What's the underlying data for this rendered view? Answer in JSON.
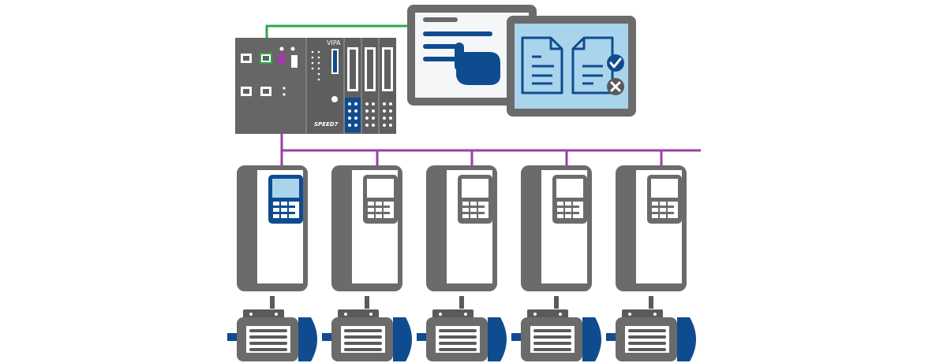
{
  "plc": {
    "brand_text": "VIPA",
    "speed_text": "SPEED7"
  },
  "colors": {
    "device_gray": "#6b6b6b",
    "device_dark": "#5a5a5a",
    "panel_light": "#f4f6f8",
    "accent_blue": "#0f4c8f",
    "screen_blue": "#a9d4ec",
    "bus_purple": "#9b3fa5",
    "ethernet_green": "#2fa84f",
    "white": "#ffffff"
  },
  "icons": {
    "touch": "hand-pointer-icon",
    "documents": "document-stack-icon",
    "ok": "checkmark-icon",
    "error": "x-icon"
  },
  "drives": [
    {
      "id": "drive-1",
      "highlighted": true
    },
    {
      "id": "drive-2",
      "highlighted": false
    },
    {
      "id": "drive-3",
      "highlighted": false
    },
    {
      "id": "drive-4",
      "highlighted": false
    },
    {
      "id": "drive-5",
      "highlighted": false
    }
  ]
}
